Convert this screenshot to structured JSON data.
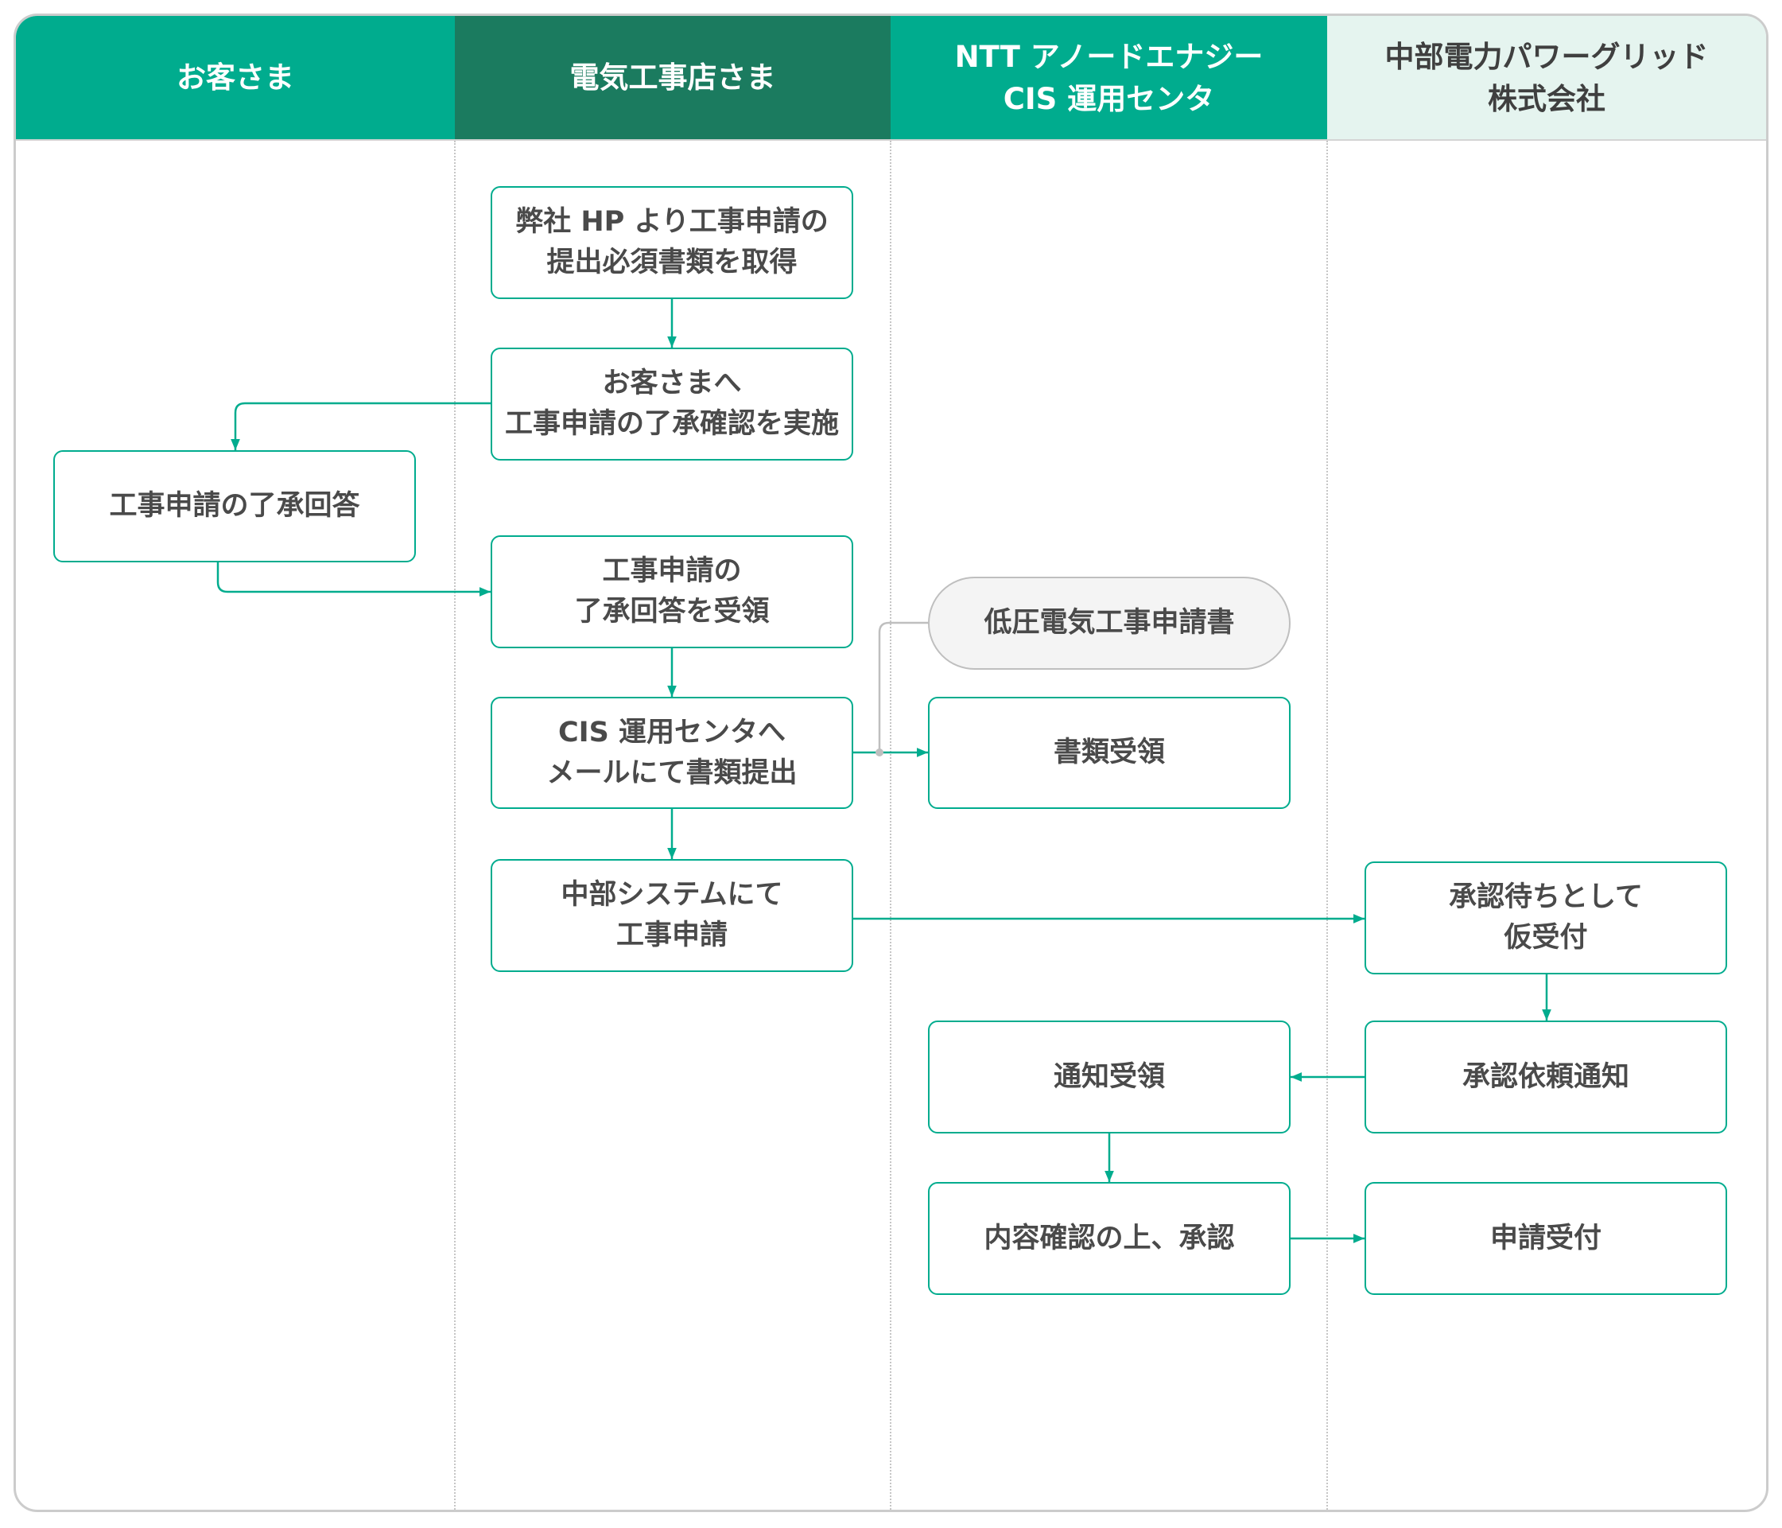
{
  "colors": {
    "accent": "#00AC8E",
    "accent_dark": "#1B7B5F",
    "lane_header_light": "#E5F4EF",
    "text": "#4A4A4A",
    "document_fill": "#F4F4F4",
    "document_border": "#BFBFBF",
    "frame_border": "#CCCCCC"
  },
  "lanes": [
    {
      "lines": [
        "お客さま"
      ]
    },
    {
      "lines": [
        "電気工事店さま"
      ]
    },
    {
      "lines": [
        "NTT アノードエナジー",
        "CIS 運用センタ"
      ]
    },
    {
      "lines": [
        "中部電力パワーグリッド",
        "株式会社"
      ]
    }
  ],
  "steps": {
    "customer": {
      "approval_reply": {
        "lines": [
          "工事申請の了承回答"
        ]
      }
    },
    "contractor": {
      "obtain_documents": {
        "lines": [
          "弊社 HP より工事申請の",
          "提出必須書類を取得"
        ]
      },
      "request_approval": {
        "lines": [
          "お客さまへ",
          "工事申請の了承確認を実施"
        ]
      },
      "receive_approval": {
        "lines": [
          "工事申請の",
          "了承回答を受領"
        ]
      },
      "email_documents": {
        "lines": [
          "CIS 運用センタへ",
          "メールにて書類提出"
        ]
      },
      "submit_application": {
        "lines": [
          "中部システムにて",
          "工事申請"
        ]
      }
    },
    "cis_center": {
      "application_form": {
        "lines": [
          "低圧電気工事申請書"
        ]
      },
      "receive_documents": {
        "lines": [
          "書類受領"
        ]
      },
      "receive_notice": {
        "lines": [
          "通知受領"
        ]
      },
      "review_and_approve": {
        "lines": [
          "内容確認の上、承認"
        ]
      }
    },
    "chubu_grid": {
      "provisional_acceptance": {
        "lines": [
          "承認待ちとして",
          "仮受付"
        ]
      },
      "approval_request_notice": {
        "lines": [
          "承認依頼通知"
        ]
      },
      "application_accepted": {
        "lines": [
          "申請受付"
        ]
      }
    }
  }
}
